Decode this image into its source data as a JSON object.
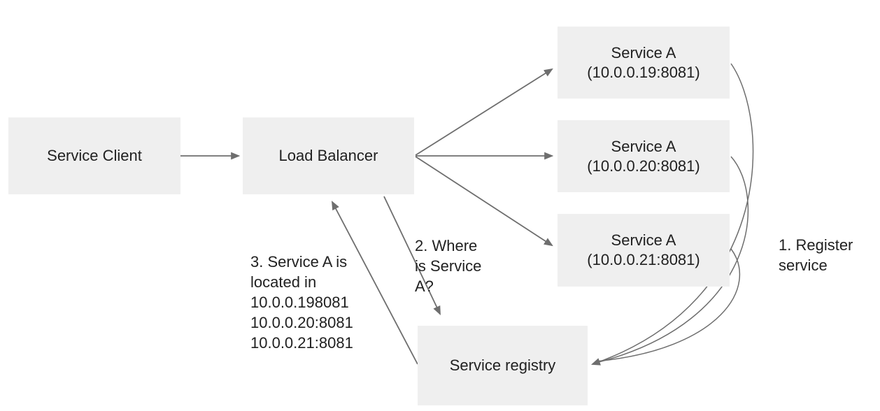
{
  "boxes": {
    "service_client": {
      "label": "Service Client"
    },
    "load_balancer": {
      "label": "Load Balancer"
    },
    "service_a_1": {
      "label": "Service A\n(10.0.0.19:8081)"
    },
    "service_a_2": {
      "label": "Service A\n(10.0.0.20:8081)"
    },
    "service_a_3": {
      "label": "Service A\n(10.0.0.21:8081)"
    },
    "service_registry": {
      "label": "Service registry"
    }
  },
  "annotations": {
    "register_service": "1. Register\nservice",
    "where_is_service": "2. Where\nis Service\nA?",
    "service_located": "3. Service A is\nlocated in\n10.0.0.198081\n10.0.0.20:8081\n10.0.0.21:8081"
  },
  "colors": {
    "background": "#ffffff",
    "box_fill": "#efefef",
    "text": "#212121",
    "arrow": "#6e6e6e"
  }
}
